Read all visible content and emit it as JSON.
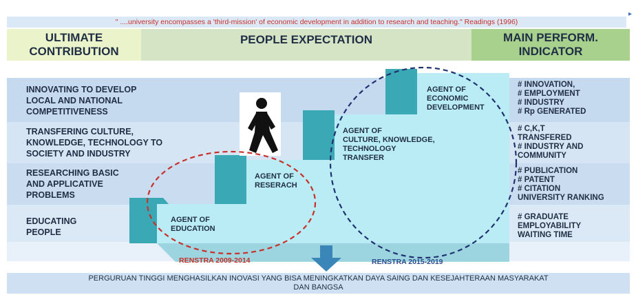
{
  "quote": "\" ....university encompasses a 'third-mission' of economic development in addition to research and teaching.\" Readings (1996)",
  "headers": {
    "left": [
      "ULTIMATE",
      "CONTRIBUTION"
    ],
    "center": "PEOPLE EXPECTATION",
    "right": [
      "MAIN PERFORM.",
      "INDICATOR"
    ]
  },
  "contributions": [
    [
      "INNOVATING TO DEVELOP",
      "LOCAL AND NATIONAL",
      "COMPETITIVENESS"
    ],
    [
      "TRANSFERING CULTURE,",
      "KNOWLEDGE, TECHNOLOGY TO",
      "SOCIETY AND INDUSTRY"
    ],
    [
      "RESEARCHING BASIC",
      "AND APPLICATIVE",
      "PROBLEMS"
    ],
    [
      "EDUCATING",
      "PEOPLE"
    ]
  ],
  "agents": [
    [
      "AGENT OF",
      "EDUCATION"
    ],
    [
      "AGENT OF",
      "RESERACH"
    ],
    [
      "AGENT OF",
      "CULTURE, KNOWLEDGE,",
      "TECHNOLOGY",
      "TRANSFER"
    ],
    [
      "AGENT OF",
      "ECONOMIC",
      "DEVELOPMENT"
    ]
  ],
  "indicators": [
    [
      "# INNOVATION,",
      "# EMPLOYMENT",
      "# INDUSTRY",
      "# Rp GENERATED"
    ],
    [
      "# C,K,T",
      "TRANSFERED",
      "# INDUSTRY AND",
      "COMMUNITY"
    ],
    [
      "# PUBLICATION",
      "# PATENT",
      "# CITATION",
      "UNIVERSITY RANKING"
    ],
    [
      "# GRADUATE",
      "EMPLOYABILITY",
      "WAITING TIME"
    ]
  ],
  "renstra": {
    "first": "RENSTRA 2009-2014",
    "second": "RENSTRA 2015-2019"
  },
  "bottom": [
    "PERGURUAN TINGGI MENGHASILKAN INOVASI YANG BISA MENINGKATKAN DAYA SAING DAN KESEJAHTERAAN MASYARAKAT",
    "DAN BANGSA"
  ],
  "colors": {
    "quote": "#c8302a",
    "renstra_first": "#c8302a",
    "renstra_second": "#2b4a8a",
    "stair_face": "#b9ecf4",
    "stair_side": "#3aa8b5",
    "red_ellipse": "#c8302a",
    "blue_ellipse": "#1f3270"
  },
  "icons": {
    "walker": "walking-person-icon",
    "down_arrow": "down-arrow-icon"
  }
}
